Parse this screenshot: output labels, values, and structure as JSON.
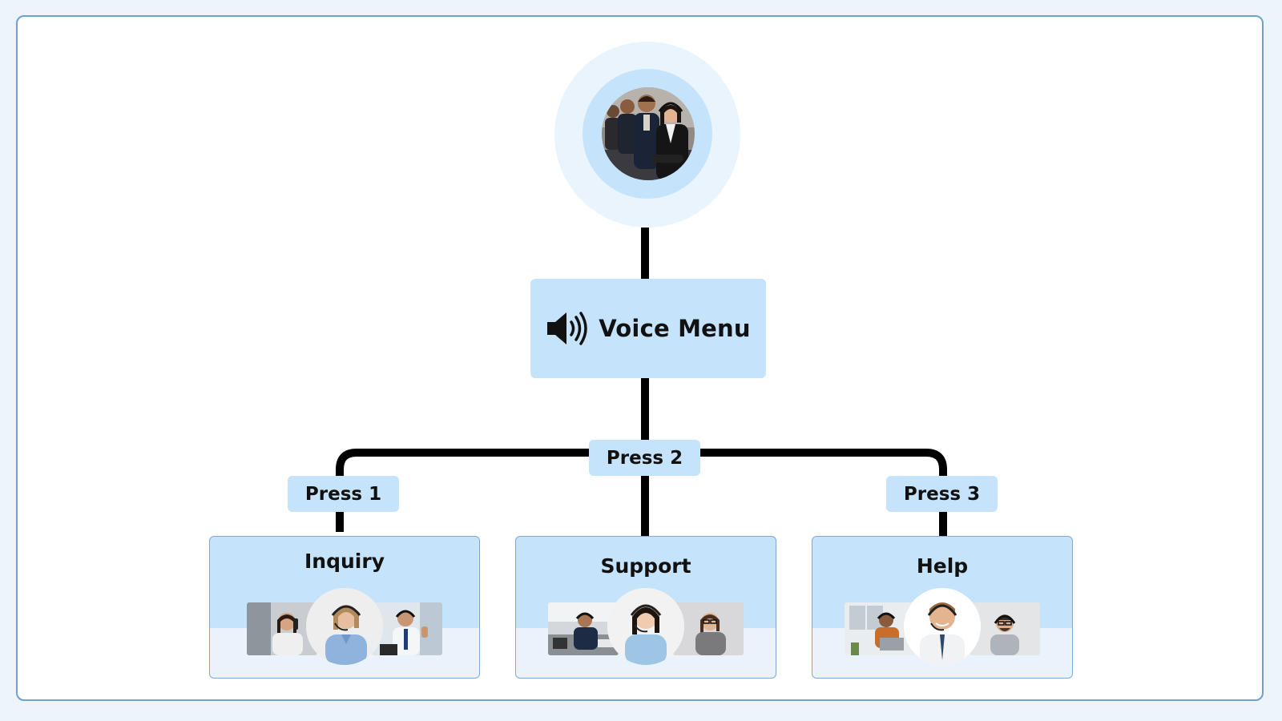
{
  "diagram": {
    "root": {
      "image": "call-center-team-photo"
    },
    "menu": {
      "label": "Voice Menu",
      "icon": "speaker-icon"
    },
    "branches": [
      {
        "press_label": "Press 1",
        "title": "Inquiry",
        "images": [
          "agent-woman-phone-photo",
          "agent-woman-headset-photo",
          "agent-man-thumbs-up-photo"
        ]
      },
      {
        "press_label": "Press 2",
        "title": "Support",
        "images": [
          "agent-man-office-photo",
          "agent-woman-headset-smiling-photo",
          "agent-woman-glasses-photo"
        ]
      },
      {
        "press_label": "Press 3",
        "title": "Help",
        "images": [
          "agent-man-laptop-photo",
          "agent-man-headset-tie-photo",
          "agent-man-glasses-headset-photo"
        ]
      }
    ],
    "colors": {
      "page_background": "#edf4fb",
      "frame_border": "#6fa0cf",
      "box_fill": "#c5e3fb",
      "card_lower_fill": "#eaf3fb",
      "hero_halo": "#eaf4fd",
      "connector": "#000000"
    }
  }
}
